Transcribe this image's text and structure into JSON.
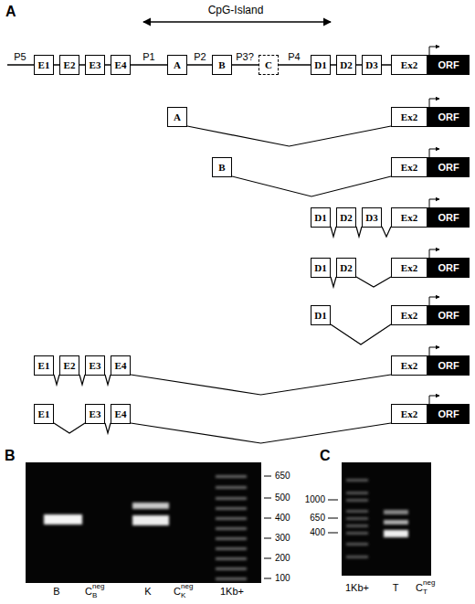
{
  "diagram": {
    "nodes": [
      {
        "text": [
          "E1"
        ]
      },
      {
        "text": [
          "E2"
        ]
      },
      {
        "text": [
          "E3"
        ]
      },
      {
        "text": [
          "E4"
        ]
      },
      {
        "text": [
          "A"
        ]
      },
      {
        "text": [
          "B"
        ]
      },
      {
        "text": [
          "C"
        ]
      },
      {
        "text": [
          "D1"
        ]
      },
      {
        "text": [
          "D2"
        ]
      },
      {
        "text": [
          "D3"
        ]
      },
      {
        "text": [
          "Ex2"
        ]
      },
      {
        "text": [
          "ORF"
        ]
      },
      {
        "text": [
          "A"
        ]
      },
      {
        "text": [
          "Ex2"
        ]
      },
      {
        "text": [
          "ORF"
        ]
      },
      {
        "text": [
          "B"
        ]
      },
      {
        "text": [
          "Ex2"
        ]
      },
      {
        "text": [
          "ORF"
        ]
      },
      {
        "text": [
          "D1"
        ]
      },
      {
        "text": [
          "D2"
        ]
      },
      {
        "text": [
          "D3"
        ]
      },
      {
        "text": [
          "Ex2"
        ]
      },
      {
        "text": [
          "ORF"
        ]
      },
      {
        "text": [
          "D1"
        ]
      },
      {
        "text": [
          "D2"
        ]
      },
      {
        "text": [
          "Ex2"
        ]
      },
      {
        "text": [
          "ORF"
        ]
      },
      {
        "text": [
          "D1"
        ]
      },
      {
        "text": [
          "Ex2"
        ]
      },
      {
        "text": [
          "ORF"
        ]
      },
      {
        "text": [
          "E1"
        ]
      },
      {
        "text": [
          "E2"
        ]
      },
      {
        "text": [
          "E3"
        ]
      },
      {
        "text": [
          "E4"
        ]
      },
      {
        "text": [
          "Ex2"
        ]
      },
      {
        "text": [
          "ORF"
        ]
      },
      {
        "text": [
          "E1"
        ]
      },
      {
        "text": [
          "E3"
        ]
      },
      {
        "text": [
          "E4"
        ]
      },
      {
        "text": [
          "Ex2"
        ]
      },
      {
        "text": [
          "ORF"
        ]
      }
    ],
    "edges": [
      {
        "from": 12,
        "to": 13,
        "arrow": "none"
      },
      {
        "from": 15,
        "to": 16,
        "arrow": "none"
      },
      {
        "from": 18,
        "to": 19,
        "arrow": "none"
      },
      {
        "from": 19,
        "to": 20,
        "arrow": "none"
      },
      {
        "from": 20,
        "to": 21,
        "arrow": "none"
      },
      {
        "from": 23,
        "to": 24,
        "arrow": "none"
      },
      {
        "from": 24,
        "to": 25,
        "arrow": "none"
      },
      {
        "from": 27,
        "to": 28,
        "arrow": "none"
      },
      {
        "from": 30,
        "to": 31,
        "arrow": "none"
      },
      {
        "from": 31,
        "to": 32,
        "arrow": "none"
      },
      {
        "from": 32,
        "to": 33,
        "arrow": "none"
      },
      {
        "from": 33,
        "to": 34,
        "arrow": "none"
      },
      {
        "from": 36,
        "to": 37,
        "arrow": "none"
      },
      {
        "from": 37,
        "to": 38,
        "arrow": "none"
      },
      {
        "from": 38,
        "to": 39,
        "arrow": "none"
      }
    ],
    "labels": [
      "A",
      "CpG-Island",
      "P5",
      "P1",
      "P2",
      "P3?",
      "P4",
      "B",
      "B",
      "C",
      "B",
      "neg",
      "K",
      "C",
      "K",
      "neg",
      "1Kb+",
      "650",
      "500",
      "400",
      "300",
      "200",
      "100",
      "C",
      "1000",
      "650",
      "400",
      "1Kb+",
      "T",
      "C",
      "T",
      "neg"
    ]
  }
}
